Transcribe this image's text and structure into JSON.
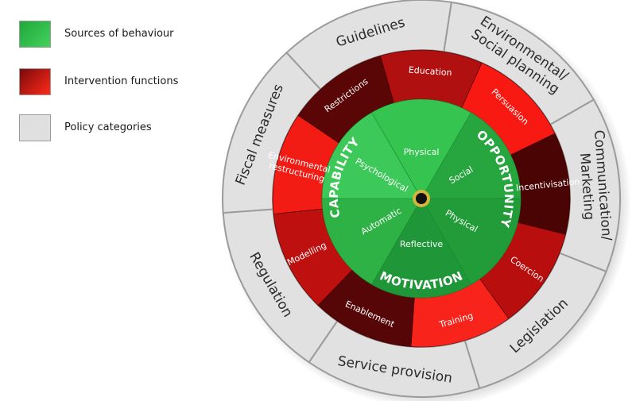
{
  "legend": {
    "items": [
      {
        "label": "Sources of behaviour",
        "color": "#1fa83a",
        "color2": "#43d15b"
      },
      {
        "label": "Intervention functions",
        "color": "#7a0a0a",
        "color2": "#ff2a1a"
      },
      {
        "label": "Policy categories",
        "color": "#e0e0e0",
        "color2": "#e0e0e0"
      }
    ]
  },
  "wheel": {
    "policy_categories": [
      {
        "lines": [
          "Guidelines"
        ]
      },
      {
        "lines": [
          "Environmental/",
          "Social planning"
        ]
      },
      {
        "lines": [
          "Communication/",
          "Marketing"
        ]
      },
      {
        "lines": [
          "Legislation"
        ]
      },
      {
        "lines": [
          "Service provision"
        ]
      },
      {
        "lines": [
          "Regulation"
        ]
      },
      {
        "lines": [
          "Fiscal measures"
        ]
      }
    ],
    "intervention_functions": [
      {
        "lines": [
          "Restrictions"
        ],
        "color": "#5a0606"
      },
      {
        "lines": [
          "Education"
        ],
        "color": "#b01010"
      },
      {
        "lines": [
          "Persuasion"
        ],
        "color": "#f81a12"
      },
      {
        "lines": [
          "Incentivisation"
        ],
        "color": "#4a0404"
      },
      {
        "lines": [
          "Coercion"
        ],
        "color": "#b80e0e"
      },
      {
        "lines": [
          "Training"
        ],
        "color": "#f8231a"
      },
      {
        "lines": [
          "Enablement"
        ],
        "color": "#560606"
      },
      {
        "lines": [
          "Modelling"
        ],
        "color": "#bf1010"
      },
      {
        "lines": [
          "Environmental",
          "restructuring"
        ],
        "color": "#f21c14"
      }
    ],
    "components": [
      {
        "label": "CAPABILITY"
      },
      {
        "label": "OPPORTUNITY"
      },
      {
        "label": "MOTIVATION"
      }
    ],
    "sources": [
      {
        "label": "Physical",
        "color": "#35c450"
      },
      {
        "label": "Social",
        "color": "#27a63f"
      },
      {
        "label": "Physical",
        "color": "#229b39"
      },
      {
        "label": "Reflective",
        "color": "#1f9637"
      },
      {
        "label": "Automatic",
        "color": "#2eb246"
      },
      {
        "label": "Psychological",
        "color": "#3dc95a"
      }
    ],
    "colors": {
      "policy_fill": "#e1e1e1",
      "policy_stroke": "#9b9b9b",
      "center_ring": "#d6b63a"
    }
  }
}
